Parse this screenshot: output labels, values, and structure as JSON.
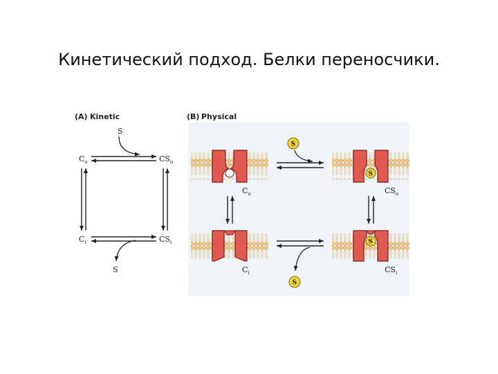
{
  "slide": {
    "title": "Кинетический подход. Белки переносчики."
  },
  "panel_a": {
    "label": "(A)",
    "name": "Kinetic",
    "substrate_in": "S",
    "substrate_out": "S",
    "c_outer": "C",
    "c_outer_sub": "o",
    "cs_outer": "CS",
    "cs_outer_sub": "o",
    "c_inner": "C",
    "c_inner_sub": "i",
    "cs_inner": "CS",
    "cs_inner_sub": "i"
  },
  "panel_b": {
    "label": "(B)",
    "name": "Physical",
    "substrate": "S",
    "c_outer": "C",
    "c_outer_sub": "o",
    "cs_outer": "CS",
    "cs_outer_sub": "o",
    "c_inner": "C",
    "c_inner_sub": "i",
    "cs_inner": "CS",
    "cs_inner_sub": "i"
  },
  "colors": {
    "carrier_fill": "#e05a4f",
    "carrier_stroke": "#7a1f18",
    "substrate_fill": "#f3d23a",
    "lipid_head": "#f0c98a",
    "lipid_tail": "#e9d7b0",
    "background_band": "#dde9f2"
  }
}
